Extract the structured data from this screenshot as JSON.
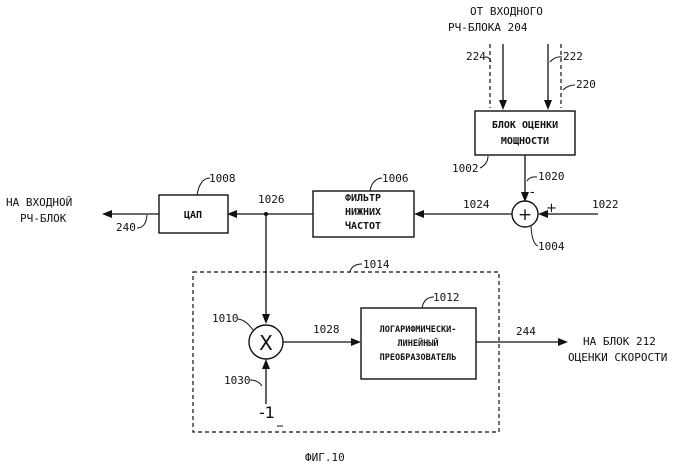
{
  "labels": {
    "from_rf_line1": "ОТ ВХОДНОГО",
    "from_rf_line2": "РЧ-БЛОКА 204",
    "to_rf_line1": "НА ВХОДНОЙ",
    "to_rf_line2": "РЧ-БЛОК",
    "to_speed_line1": "НА БЛОК 212",
    "to_speed_line2": "ОЦЕНКИ СКОРОСТИ",
    "minus_one": "-1",
    "figure": "ФИГ.10"
  },
  "blocks": {
    "power_estimator": {
      "line1": "БЛОК ОЦЕНКИ",
      "line2": "МОЩНОСТИ"
    },
    "lpf": {
      "line1": "ФИЛЬТР",
      "line2": "НИЖНИХ",
      "line3": "ЧАСТОТ"
    },
    "dac": {
      "line1": "ЦАП"
    },
    "log_lin": {
      "line1": "ЛОГАРИФМИЧЕСКИ-",
      "line2": "ЛИНЕЙНЫЙ",
      "line3": "ПРЕОБРАЗОВАТЕЛЬ"
    }
  },
  "symbols": {
    "summer": "+",
    "summer_minus": "-",
    "summer_plus": "+",
    "multiplier": "X"
  },
  "refs": {
    "r224": "224",
    "r222": "222",
    "r220": "220",
    "r1002": "1002",
    "r1020": "1020",
    "r1022": "1022",
    "r1004": "1004",
    "r1024": "1024",
    "r1006": "1006",
    "r1008": "1008",
    "r1026": "1026",
    "r240": "240",
    "r1014": "1014",
    "r1012": "1012",
    "r1010": "1010",
    "r1028": "1028",
    "r244": "244",
    "r1030": "1030"
  }
}
